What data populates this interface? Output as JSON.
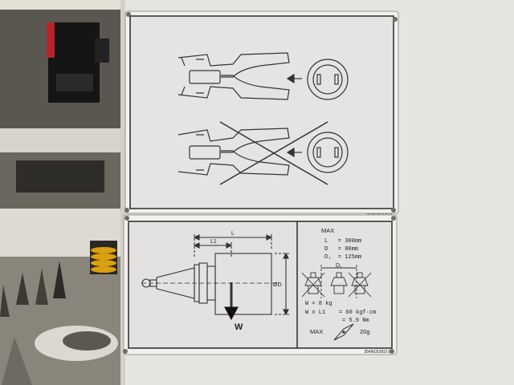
{
  "upper_plate": {
    "serial": "3521625273 0"
  },
  "lower_plate": {
    "serial": "354963U003 0",
    "dimension_labels": {
      "l": "L",
      "l1": "L1",
      "od": "ØD",
      "d1_label": "D₁",
      "weight_arrow": "W"
    },
    "spec_block": {
      "heading": "MAX",
      "l_line": "L   = 300mm",
      "d_line": "D   = 80mm",
      "d1_line": "D₁  = 125mm",
      "w_line": "W = 8 kg",
      "wl1_line": "W x L1    = 60 kgf·cm",
      "nm_line": "= 5.9 Nm",
      "insert_max": "MAX",
      "insert_weight": "20g"
    }
  }
}
